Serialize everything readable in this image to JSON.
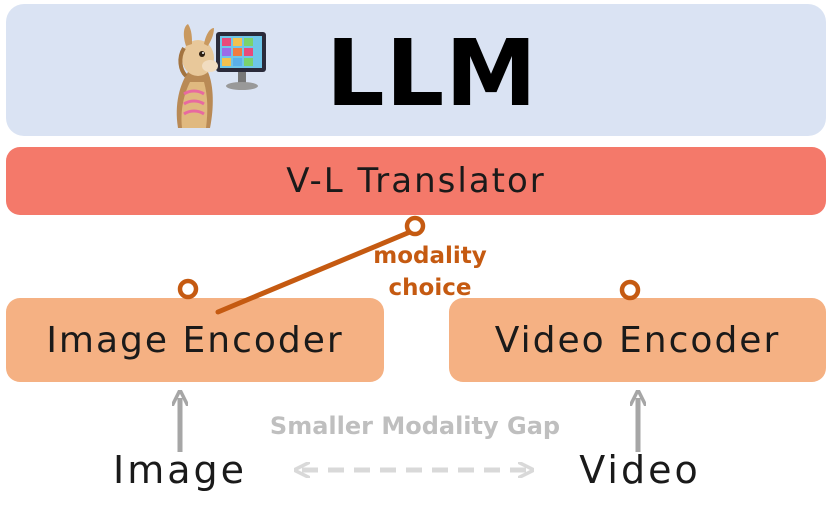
{
  "llm": {
    "title": "LLM",
    "icon": "llama-with-monitor-icon"
  },
  "translator": {
    "label": "V-L Translator"
  },
  "switch": {
    "label_line1": "modality",
    "label_line2": "choice"
  },
  "encoders": [
    {
      "label": "Image Encoder"
    },
    {
      "label": "Video Encoder"
    }
  ],
  "inputs": [
    {
      "label": "Image"
    },
    {
      "label": "Video"
    }
  ],
  "gap": {
    "label": "Smaller Modality Gap"
  },
  "colors": {
    "llm_bg": "#dae3f3",
    "translator_bg": "#f4796a",
    "encoder_bg": "#f5b183",
    "switch": "#c55a11",
    "arrow": "#a6a6a6",
    "gap_arrow": "#d9d9d9"
  }
}
